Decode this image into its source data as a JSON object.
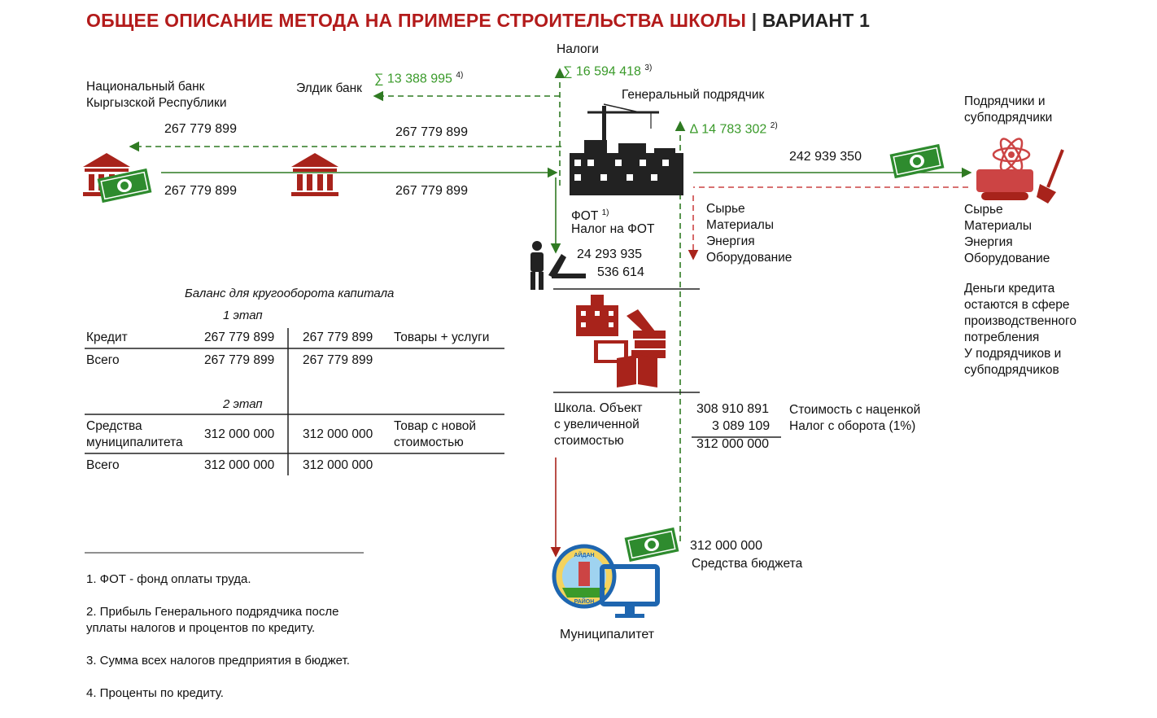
{
  "title": {
    "part1": "ОБЩЕЕ ОПИСАНИЕ МЕТОДА НА ПРИМЕРЕ СТРОИТЕЛЬСТВА ШКОЛЫ",
    "sep": "|",
    "part2": "ВАРИАНТ 1"
  },
  "nodes": {
    "national_bank": "Национальный банк\nКыргызской Республики",
    "eldik_bank": "Элдик банк",
    "taxes": "Налоги",
    "general_contractor": "Генеральный подрядчик",
    "contractors": "Подрядчики и\nсубподрядчики",
    "municipality": "Муниципалитет",
    "school": "Школа. Объект\nс увеличенной\nстоимостью"
  },
  "flows": {
    "nb_to_eldik_top": "267 779 899",
    "nb_to_eldik_bottom": "267 779 899",
    "eldik_to_gc_top": "267 779 899",
    "eldik_to_gc_bottom": "267 779 899",
    "interest": "∑ 13 388 995",
    "interest_note": "4)",
    "taxes_sum": "∑ 16 594 418",
    "taxes_note": "3)",
    "profit": "∆ 14 783 302",
    "profit_note": "2)",
    "to_contractors": "242 939 350",
    "fot_label": "ФОТ",
    "fot_note": "1)",
    "fot_tax_label": "Налог на ФОТ",
    "fot_value": "24 293 935",
    "fot_tax_value": "536 614",
    "budget_value": "312 000 000",
    "budget_label": "Средства бюджета"
  },
  "materials_left": [
    "Сырье",
    "Материалы",
    "Энергия",
    "Оборудование"
  ],
  "materials_right": [
    "Сырье",
    "Материалы",
    "Энергия",
    "Оборудование"
  ],
  "loan_note": "Деньги кредита\nостаются в сфере\nпроизводственного\nпотребления\nУ подрядчиков и\nсубподрядчиков",
  "school_cost": {
    "cost": "308 910 891",
    "tax": "3 089 109",
    "total": "312 000 000",
    "cost_label": "Стоимость с наценкой",
    "tax_label": "Налог с оборота (1%)"
  },
  "balance": {
    "title": "Баланс для кругооборота капитала",
    "stage1": "1 этап",
    "stage2": "2 этап",
    "rows1": [
      {
        "name": "Кредит",
        "left": "267 779 899",
        "right": "267 779 899",
        "desc": "Товары + услуги"
      },
      {
        "name": "Всего",
        "left": "267 779 899",
        "right": "267 779 899",
        "desc": ""
      }
    ],
    "rows2": [
      {
        "name": "Средства\nмуниципалитета",
        "left": "312 000 000",
        "right": "312 000 000",
        "desc": "Товар с новой\nстоимостью"
      },
      {
        "name": "Всего",
        "left": "312 000 000",
        "right": "312 000 000",
        "desc": ""
      }
    ]
  },
  "footnotes": [
    "1. ФОТ - фонд оплаты труда.",
    "2. Прибыль Генерального подрядчика после\nуплаты налогов и процентов по кредиту.",
    "3. Сумма всех налогов предприятия в бюджет.",
    "4. Проценты по кредиту."
  ],
  "icon_text": {
    "seal_top": "АЙДАН",
    "seal_bottom": "РАЙОН"
  },
  "colors": {
    "title_red": "#b31b1b",
    "green": "#3a9a2a",
    "dark_red": "#a8231b",
    "money_green": "#2e8b2e"
  }
}
